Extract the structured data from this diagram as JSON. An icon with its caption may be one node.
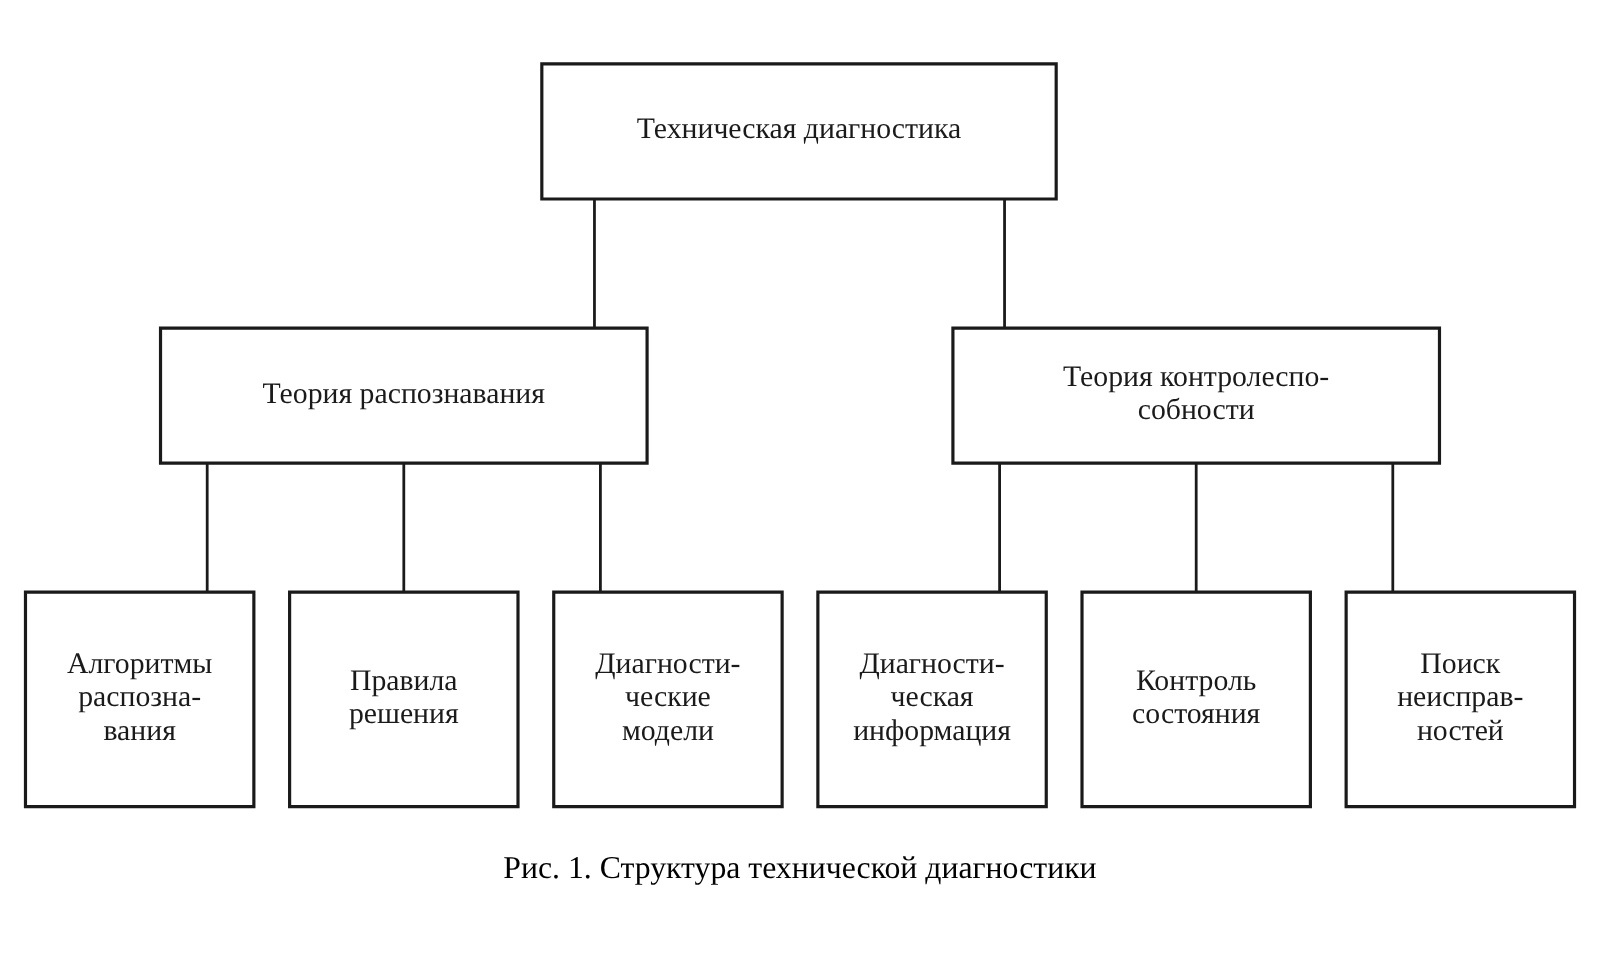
{
  "diagram": {
    "caption": "Рис. 1. Структура технической диагностики",
    "nodes": [
      {
        "text": [
          "Техническая диагностика"
        ]
      },
      {
        "text": [
          "Теория распознавания"
        ]
      },
      {
        "text": [
          "Теория контролеспо- собности"
        ]
      },
      {
        "text": [
          "Алгоритмы распозна- вания"
        ]
      },
      {
        "text": [
          "Правила решения"
        ]
      },
      {
        "text": [
          "Диагности- ческие модели"
        ]
      },
      {
        "text": [
          "Диагности- ческая информация"
        ]
      },
      {
        "text": [
          "Контроль состояния"
        ]
      },
      {
        "text": [
          "Поиск неисправ- ностей"
        ]
      }
    ],
    "edges": [
      {
        "from": 0,
        "to": 1,
        "arrow": "none"
      },
      {
        "from": 0,
        "to": 2,
        "arrow": "none"
      },
      {
        "from": 1,
        "to": 3,
        "arrow": "none"
      },
      {
        "from": 1,
        "to": 4,
        "arrow": "none"
      },
      {
        "from": 1,
        "to": 5,
        "arrow": "none"
      },
      {
        "from": 2,
        "to": 6,
        "arrow": "none"
      },
      {
        "from": 2,
        "to": 7,
        "arrow": "none"
      },
      {
        "from": 2,
        "to": 8,
        "arrow": "none"
      }
    ]
  }
}
